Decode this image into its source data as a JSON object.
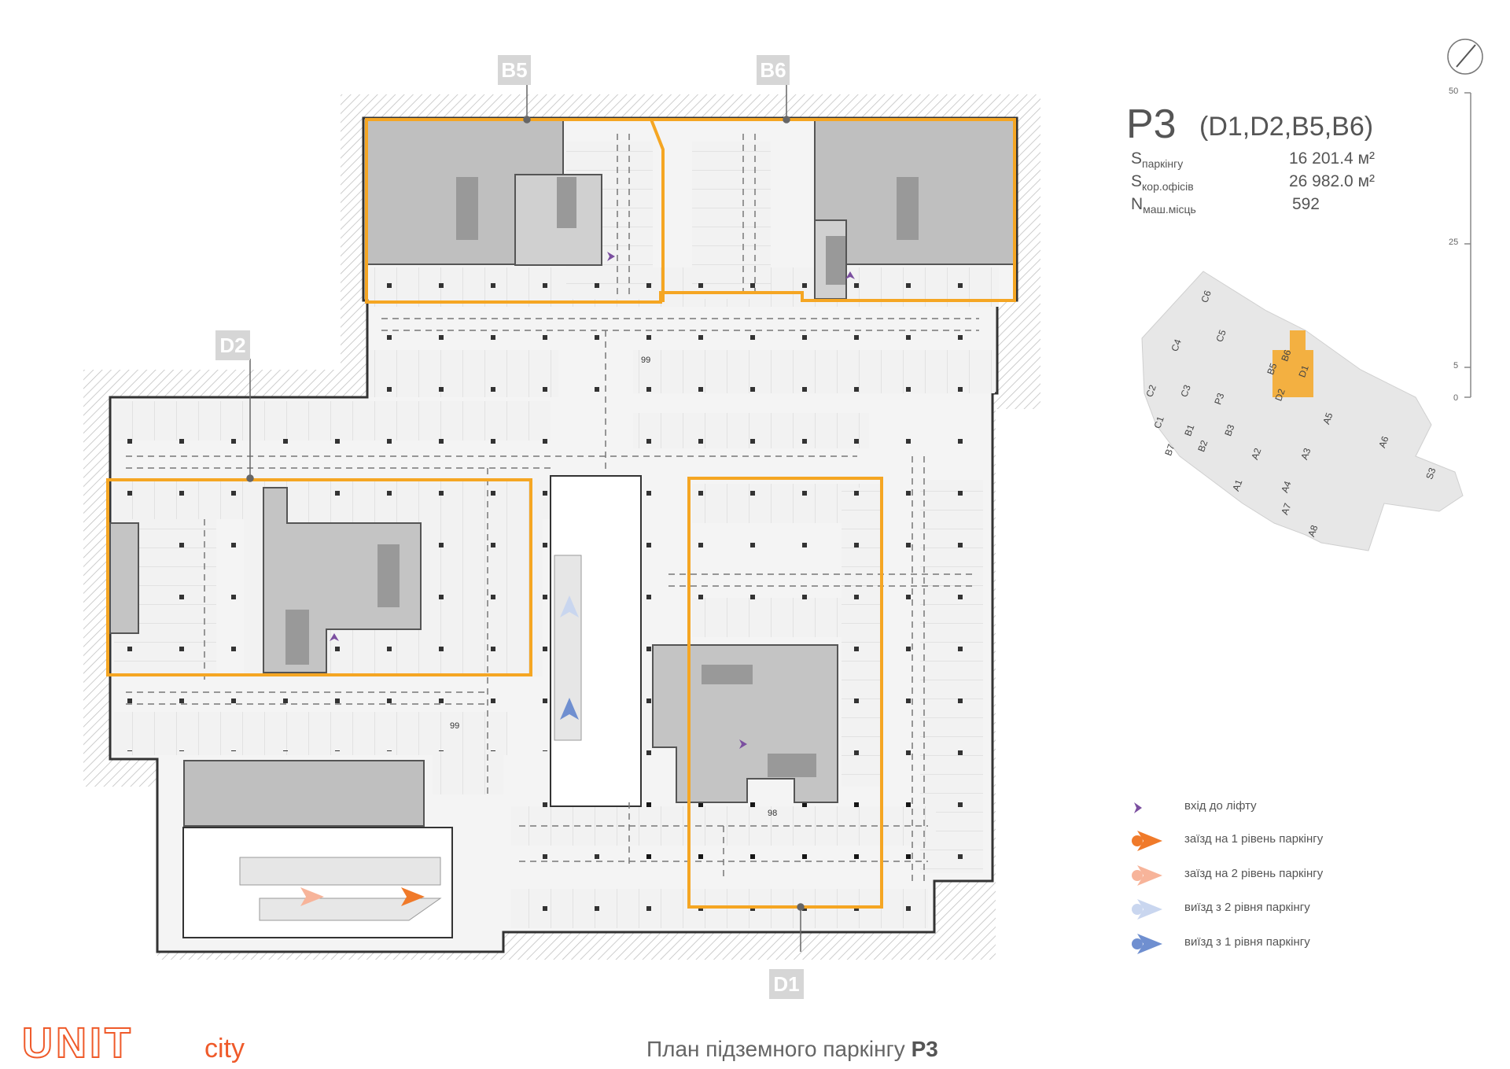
{
  "building_tags": {
    "b5": "B5",
    "b6": "B6",
    "d2": "D2",
    "d1": "D1"
  },
  "stats": {
    "title": "P3",
    "subtitle": "(D1,D2,B5,B6)",
    "rows": [
      {
        "label_main": "S",
        "label_sub": "паркінгу",
        "value": "16 201.4 м²"
      },
      {
        "label_main": "S",
        "label_sub": "кор.офісів",
        "value": "26 982.0 м²"
      },
      {
        "label_main": "N",
        "label_sub": "маш.місць",
        "value": "592"
      }
    ]
  },
  "scale": {
    "labels": [
      "50",
      "25",
      "5",
      "0"
    ]
  },
  "plan_labels": {
    "space_99_top": "99",
    "space_99_left": "99",
    "space_98": "98"
  },
  "keymap": {
    "highlight_color": "#f5a623",
    "labels": [
      "C6",
      "C4",
      "C5",
      "B6",
      "B5",
      "D1",
      "C2",
      "C3",
      "P3",
      "D2",
      "C1",
      "B1",
      "B3",
      "A5",
      "B7",
      "B2",
      "A2",
      "A3",
      "A6",
      "A1",
      "A4",
      "S3",
      "A7",
      "A8"
    ]
  },
  "legend": [
    {
      "icon": "lift-entry-icon",
      "color": "#7b4fa0",
      "text": "вхід до ліфту"
    },
    {
      "icon": "entry-level1-arrow-icon",
      "color": "#f07a2a",
      "text": "заїзд на 1 рівень паркінгу"
    },
    {
      "icon": "entry-level2-arrow-icon",
      "color": "#f7b49a",
      "text": "заїзд на 2 рівень паркінгу"
    },
    {
      "icon": "exit-level2-arrow-icon",
      "color": "#c9d6ef",
      "text": "виїзд з 2 рівня паркінгу"
    },
    {
      "icon": "exit-level1-arrow-icon",
      "color": "#6f8fd0",
      "text": "виїзд з 1 рівня паркінгу"
    }
  ],
  "footer": {
    "title_prefix": "План підземного паркінгу ",
    "title_bold": "P3"
  },
  "logo": {
    "brand": "UNIT",
    "suffix": "city",
    "color": "#ef5a2a"
  },
  "colors": {
    "accent_orange": "#f5a623",
    "building_gray": "#bfbfbf",
    "parking_fill": "#f1f1f1",
    "wall": "#333333"
  }
}
